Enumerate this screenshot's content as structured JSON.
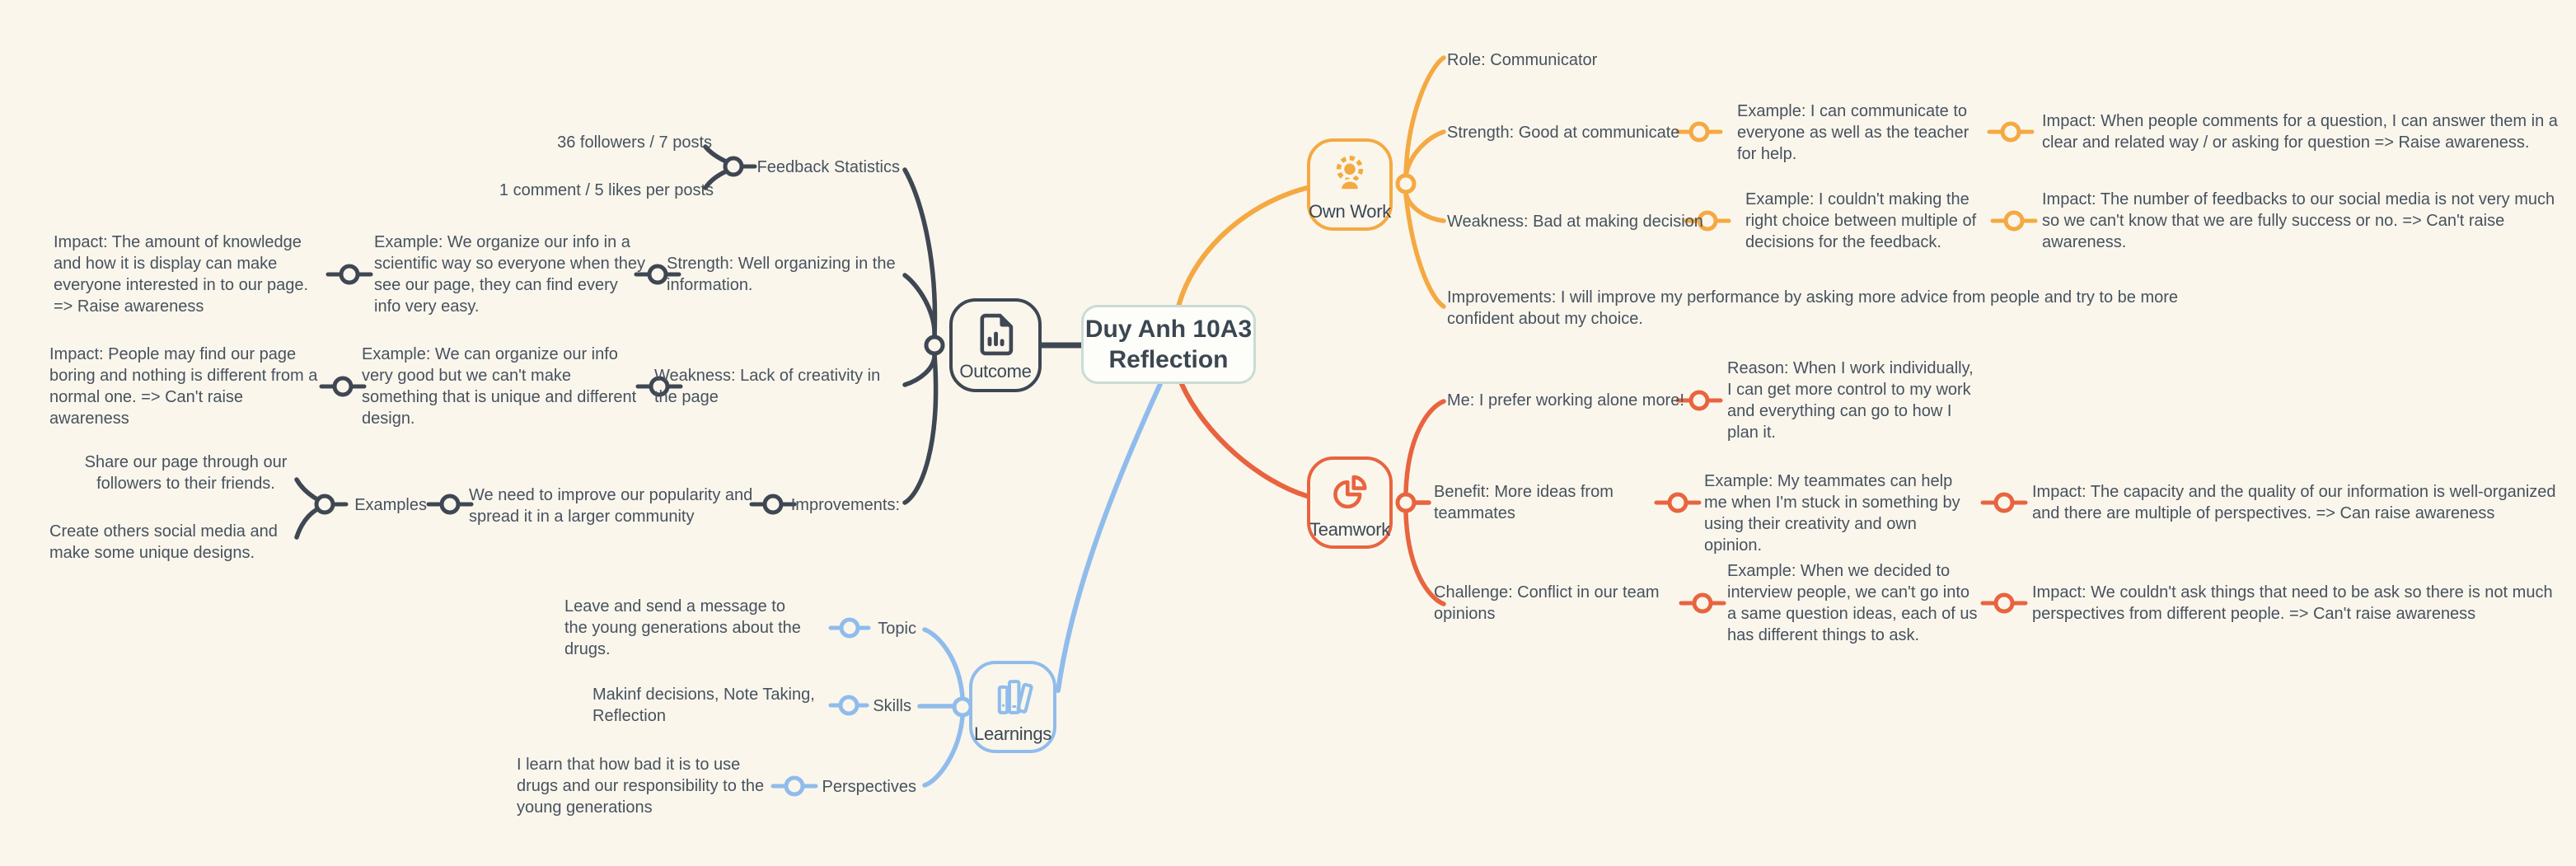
{
  "app": {
    "background": "#FAF6EC",
    "text_color": "#47525E"
  },
  "root": {
    "title": "Duy Anh 10A3 Reflection",
    "border_color": "#C9DCD2"
  },
  "outcome": {
    "label": "Outcome",
    "color": "#3E4752",
    "icon": "bar-chart-document-icon",
    "feedback_statistics": {
      "label": "Feedback Statistics",
      "stats": [
        "36 followers / 7 posts",
        "1 comment / 5 likes per posts"
      ]
    },
    "strength": {
      "label": "Strength: Well organizing in the information.",
      "example": "Example: We organize our info in a scientific way so everyone when they see our page, they can find every info very easy.",
      "impact": "Impact: The amount of knowledge and how it is display can make everyone interested in to our page. => Raise awareness"
    },
    "weakness": {
      "label": "Weakness: Lack of creativity in the page",
      "example": "Example: We can organize our info very good but we can't make something that is unique and different design.",
      "impact": "Impact: People may find our page boring and nothing is different from a normal one. => Can't raise awareness"
    },
    "improvements": {
      "label": "Improvements:",
      "plan": "We need to improve our popularity and spread it in a larger community",
      "examples_label": "Examples",
      "examples": [
        "Share our page through our followers to their friends.",
        "Create others social media and make some unique designs."
      ]
    }
  },
  "own_work": {
    "label": "Own Work",
    "color": "#F4A942",
    "icon": "person-gear-icon",
    "role": "Role: Communicator",
    "strength": {
      "label": "Strength: Good at communicate",
      "example": "Example:  I can communicate to everyone as well as the teacher for help.",
      "impact": "Impact: When people comments for a question, I can answer them in a clear and related way / or asking for question => Raise awareness."
    },
    "weakness": {
      "label": "Weakness: Bad at making decision",
      "example": "Example: I couldn't making the right choice between multiple of decisions for the feedback.",
      "impact": "Impact: The number of feedbacks to our social media is not very much so we can't know that we are fully success or no. => Can't raise awareness."
    },
    "improvements": "Improvements: I will improve my performance by asking more advice from people and try to be more confident about my choice."
  },
  "teamwork": {
    "label": "Teamwork",
    "color": "#E8643F",
    "icon": "pie-chart-icon",
    "me": {
      "label": "Me: I prefer working alone more!",
      "reason": "Reason: When I work individually, I can get more control to my work and everything can go to how I plan it."
    },
    "benefit": {
      "label": "Benefit: More ideas from teammates",
      "example": "Example: My teammates can help me when I'm stuck in something by using their creativity and own opinion.",
      "impact": "Impact: The capacity and the quality of our information is well-organized and there are multiple of perspectives. => Can raise awareness"
    },
    "challenge": {
      "label": "Challenge: Conflict in our team opinions",
      "example": "Example: When we decided to interview people, we can't go into a same question ideas, each of us has different things to ask.",
      "impact": "Impact: We couldn't ask things that need to be ask so there is not much perspectives from different people. => Can't raise awareness"
    }
  },
  "learnings": {
    "label": "Learnings",
    "color": "#90BCEC",
    "icon": "books-icon",
    "topic": {
      "label": "Topic",
      "detail": "Leave and send a message to the young generations about the drugs."
    },
    "skills": {
      "label": "Skills",
      "detail": "Makinf decisions, Note Taking, Reflection"
    },
    "perspectives": {
      "label": "Perspectives",
      "detail": "I learn that how bad it is to use drugs and our responsibility to the young generations"
    }
  }
}
